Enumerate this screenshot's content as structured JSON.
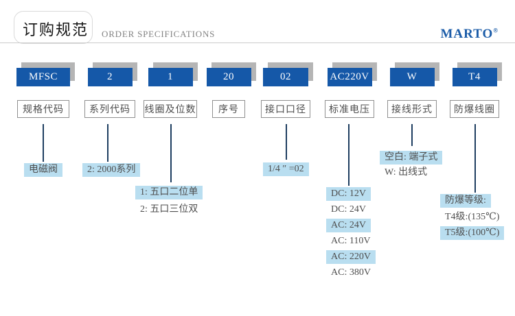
{
  "header": {
    "title_cn": "订购规范",
    "title_en": "ORDER SPECIFICATIONS",
    "brand": "MARTO",
    "brand_mark": "®"
  },
  "colors": {
    "code_box_blue": "#1558a8",
    "box_shadow_gray": "#b5b5b5",
    "note_highlight_blue": "#b9def0",
    "connector_navy": "#1d3d60",
    "brand_blue": "#1b5ca8"
  },
  "columns": [
    {
      "code": "MFSC",
      "label": "规格代码",
      "notes": [
        {
          "text": "电磁阀",
          "highlight": true
        }
      ]
    },
    {
      "code": "2",
      "label": "系列代码",
      "notes": [
        {
          "text": "2: 2000系列",
          "highlight": true
        }
      ]
    },
    {
      "code": "1",
      "label": "线圈及位数",
      "notes": [
        {
          "text": "1: 五口二位单",
          "highlight": true
        },
        {
          "text": "2: 五口三位双",
          "highlight": false
        }
      ]
    },
    {
      "code": "20",
      "label": "序号",
      "notes": []
    },
    {
      "code": "02",
      "label": "接口口径",
      "notes": [
        {
          "text": "1/4 ″ =02",
          "highlight": true
        }
      ]
    },
    {
      "code": "AC220V",
      "label": "标准电压",
      "notes": [
        {
          "text": "DC: 12V",
          "highlight": true
        },
        {
          "text": "DC: 24V",
          "highlight": false
        },
        {
          "text": "AC: 24V",
          "highlight": true
        },
        {
          "text": "AC: 110V",
          "highlight": false
        },
        {
          "text": "AC: 220V",
          "highlight": true
        },
        {
          "text": "AC: 380V",
          "highlight": false
        }
      ]
    },
    {
      "code": "W",
      "label": "接线形式",
      "notes": [
        {
          "text": "空白: 端子式",
          "highlight": true
        },
        {
          "text": "W: 出线式",
          "highlight": false
        }
      ]
    },
    {
      "code": "T4",
      "label": "防爆线圈",
      "notes": [
        {
          "text": "防爆等级:",
          "highlight": true
        },
        {
          "text": "T4级:(135℃)",
          "highlight": false
        },
        {
          "text": "T5级:(100℃)",
          "highlight": true
        }
      ]
    }
  ]
}
